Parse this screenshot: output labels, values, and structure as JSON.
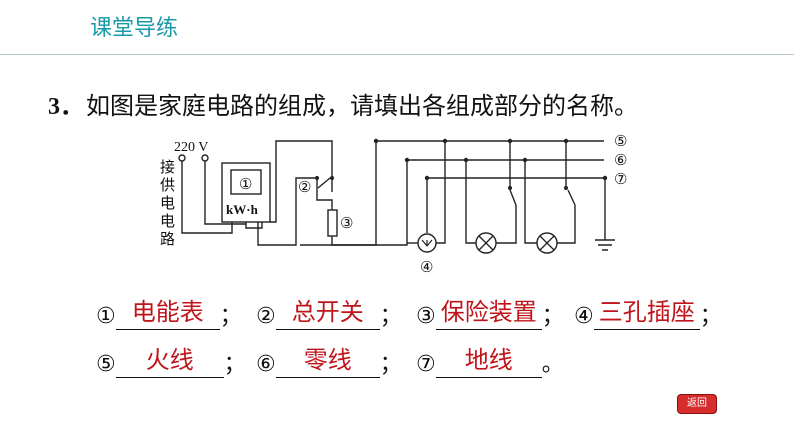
{
  "header": {
    "title": "课堂导练"
  },
  "question": {
    "number": "3．",
    "text": "如图是家庭电路的组成，请填出各组成部分的名称。"
  },
  "diagram": {
    "voltage_label": "220 V",
    "supply_label": [
      "接",
      "供",
      "电",
      "电",
      "路"
    ],
    "meter_symbol": "①",
    "meter_unit": "kW·h",
    "switch_label": "②",
    "fuse_label": "③",
    "socket_label": "④",
    "line_labels": [
      "⑤",
      "⑥",
      "⑦"
    ]
  },
  "answers": [
    {
      "marker": "①",
      "answer": "电能表",
      "sep": "；"
    },
    {
      "marker": "②",
      "answer": "总开关",
      "sep": "；"
    },
    {
      "marker": "③",
      "answer": "保险装置",
      "sep": "；"
    },
    {
      "marker": "④",
      "answer": "三孔插座",
      "sep": "；"
    },
    {
      "marker": "⑤",
      "answer": "火线",
      "sep": "；"
    },
    {
      "marker": "⑥",
      "answer": "零线",
      "sep": "；"
    },
    {
      "marker": "⑦",
      "answer": "地线",
      "sep": "。"
    }
  ],
  "nav": {
    "back_label": "返回"
  },
  "colors": {
    "header": "#1a9aa8",
    "answer": "#c0141b",
    "button": "#d62d2d"
  }
}
